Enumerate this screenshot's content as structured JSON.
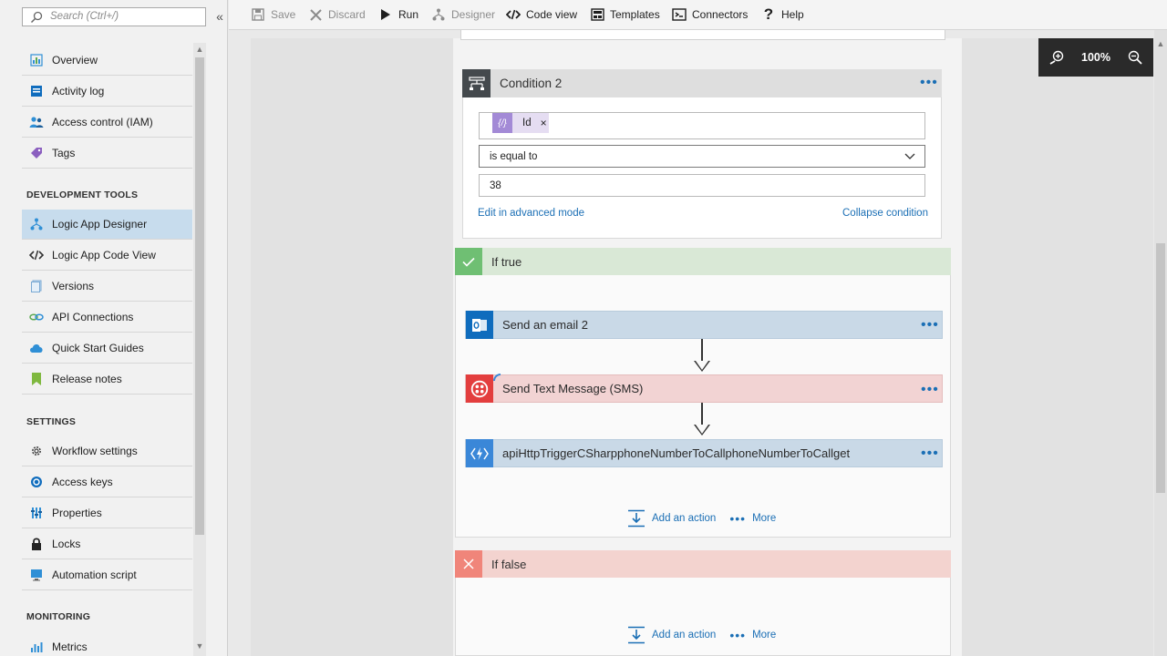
{
  "sidebar": {
    "search_placeholder": "Search (Ctrl+/)",
    "collapse_glyph": "«",
    "items_top": [
      {
        "label": "Overview"
      },
      {
        "label": "Activity log"
      },
      {
        "label": "Access control (IAM)"
      },
      {
        "label": "Tags"
      }
    ],
    "section_dev": "DEVELOPMENT TOOLS",
    "items_dev": [
      {
        "label": "Logic App Designer",
        "active": true
      },
      {
        "label": "Logic App Code View"
      },
      {
        "label": "Versions"
      },
      {
        "label": "API Connections"
      },
      {
        "label": "Quick Start Guides"
      },
      {
        "label": "Release notes"
      }
    ],
    "section_settings": "SETTINGS",
    "items_settings": [
      {
        "label": "Workflow settings"
      },
      {
        "label": "Access keys"
      },
      {
        "label": "Properties"
      },
      {
        "label": "Locks"
      },
      {
        "label": "Automation script"
      }
    ],
    "section_monitoring": "MONITORING",
    "items_monitoring": [
      {
        "label": "Metrics"
      }
    ]
  },
  "toolbar": {
    "save": "Save",
    "discard": "Discard",
    "run": "Run",
    "designer": "Designer",
    "code_view": "Code view",
    "templates": "Templates",
    "connectors": "Connectors",
    "help": "Help"
  },
  "condition": {
    "title": "Condition 2",
    "token_label": "Id",
    "token_remove": "×",
    "operator": "is equal to",
    "value": "38",
    "advanced_link": "Edit in advanced mode",
    "collapse_link": "Collapse condition"
  },
  "if_true": {
    "title": "If true",
    "actions": [
      {
        "title": "Send an email 2",
        "color": "#c9d9e7",
        "icon_bg": "#0f6cbd"
      },
      {
        "title": "Send Text Message (SMS)",
        "color": "#f2d3d3",
        "icon_bg": "#e33e3e"
      },
      {
        "title": "apiHttpTriggerCSharpphoneNumberToCallphoneNumberToCallget",
        "color": "#c9d9e7",
        "icon_bg": "#3a87d8"
      }
    ],
    "add_action": "Add an action",
    "more": "More"
  },
  "if_false": {
    "title": "If false",
    "add_action": "Add an action",
    "more": "More"
  },
  "zoom": {
    "level": "100%"
  },
  "colors": {
    "accent": "#1b6fb5",
    "true_head": "#d9e8d6",
    "true_icon": "#6fbf73",
    "false_head": "#f3d3cf",
    "false_icon": "#f0857a"
  }
}
